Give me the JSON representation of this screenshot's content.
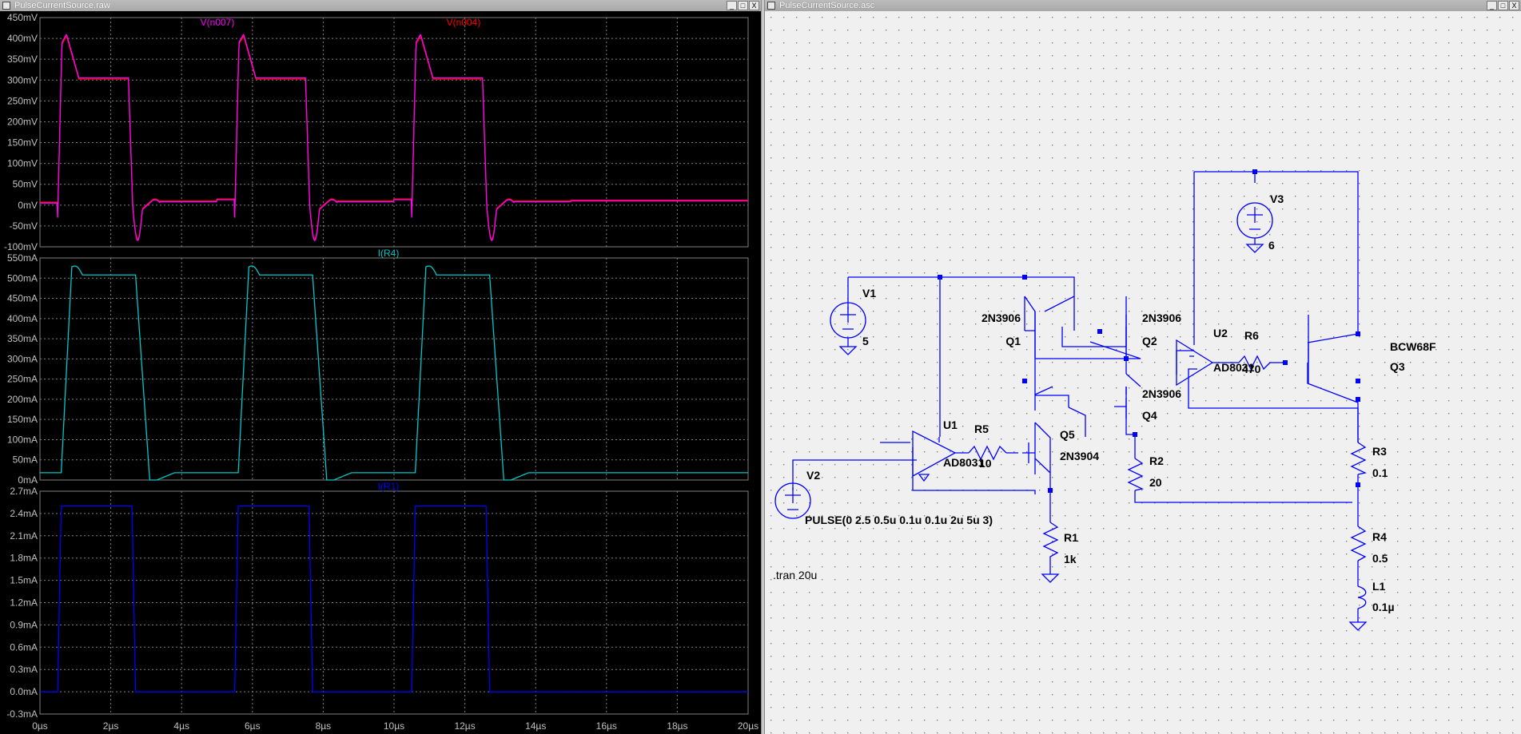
{
  "left_window": {
    "title": "PulseCurrentSource.raw",
    "buttons": {
      "minimize": "_",
      "maximize": "□",
      "close": "X"
    }
  },
  "right_window": {
    "title": "PulseCurrentSource.asc",
    "buttons": {
      "minimize": "_",
      "maximize": "□",
      "close": "X"
    }
  },
  "colors": {
    "n007": "#ff00ff",
    "n004": "#ff0000",
    "ir4": "#00c8c8",
    "ir1": "#0000ff",
    "grid": "#808080",
    "axis_text": "#c0c0c0",
    "wire": "#0000ff",
    "text": "#000000"
  },
  "chart_data": [
    {
      "type": "line",
      "series": [
        {
          "name": "V(n007)"
        },
        {
          "name": "V(n004)"
        }
      ],
      "yticks": [
        "450mV",
        "400mV",
        "350mV",
        "300mV",
        "250mV",
        "200mV",
        "150mV",
        "100mV",
        "50mV",
        "0mV",
        "-50mV",
        "-100mV"
      ],
      "ylim": [
        -100,
        450
      ],
      "xlim": [
        0,
        20
      ],
      "units": "mV / µs"
    },
    {
      "type": "line",
      "series": [
        {
          "name": "I(R4)"
        }
      ],
      "yticks": [
        "550mA",
        "500mA",
        "450mA",
        "400mA",
        "350mA",
        "300mA",
        "250mA",
        "200mA",
        "150mA",
        "100mA",
        "50mA",
        "0mA"
      ],
      "ylim": [
        0,
        550
      ],
      "xlim": [
        0,
        20
      ],
      "units": "mA / µs"
    },
    {
      "type": "line",
      "series": [
        {
          "name": "I(R1)"
        }
      ],
      "yticks": [
        "2.7mA",
        "2.4mA",
        "2.1mA",
        "1.8mA",
        "1.5mA",
        "1.2mA",
        "0.9mA",
        "0.6mA",
        "0.3mA",
        "0.0mA",
        "-0.3mA"
      ],
      "ylim": [
        -0.3,
        2.7
      ],
      "xlim": [
        0,
        20
      ],
      "units": "mA / µs"
    }
  ],
  "x_axis": {
    "ticks": [
      "0µs",
      "2µs",
      "4µs",
      "6µs",
      "8µs",
      "10µs",
      "12µs",
      "14µs",
      "16µs",
      "18µs",
      "20µs"
    ]
  },
  "schematic": {
    "V1": {
      "name": "V1",
      "value": "5"
    },
    "V2": {
      "name": "V2",
      "value": "PULSE(0 2.5 0.5u 0.1u 0.1u 2u 5u 3)"
    },
    "V3": {
      "name": "V3",
      "value": "6"
    },
    "Q1": {
      "name": "Q1",
      "model": "2N3906"
    },
    "Q2": {
      "name": "Q2",
      "model": "2N3906"
    },
    "Q4": {
      "name": "Q4",
      "model": "2N3906"
    },
    "Q5": {
      "name": "Q5",
      "model": "2N3904"
    },
    "Q3": {
      "name": "Q3",
      "model": "BCW68F"
    },
    "U1": {
      "name": "U1",
      "model": "AD8031"
    },
    "U2": {
      "name": "U2",
      "model": "AD8031"
    },
    "R1": {
      "name": "R1",
      "value": "1k"
    },
    "R2": {
      "name": "R2",
      "value": "20"
    },
    "R3": {
      "name": "R3",
      "value": "0.1"
    },
    "R4": {
      "name": "R4",
      "value": "0.5"
    },
    "R5": {
      "name": "R5",
      "value": "10"
    },
    "R6": {
      "name": "R6",
      "value": "470"
    },
    "L1": {
      "name": "L1",
      "value": "0.1µ"
    },
    "directive": ".tran 20u"
  }
}
